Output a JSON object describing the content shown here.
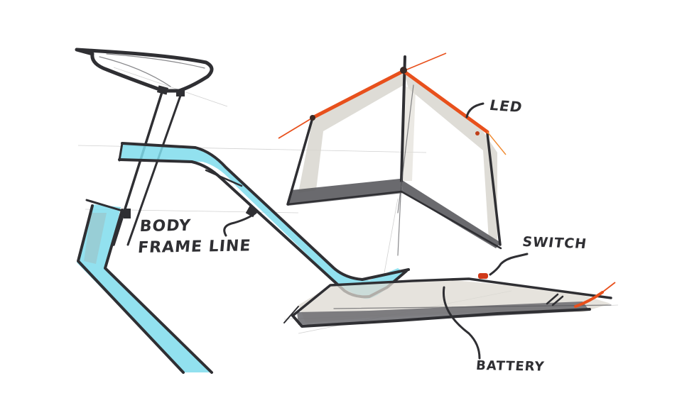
{
  "sketch": {
    "subject": "product concept sketch — frame with seat, lamp head, battery deck",
    "colors": {
      "background": "#ffffff",
      "ink": "#2f2f33",
      "frame_fill": "#7fdcec",
      "led_accent": "#e8501c",
      "shadow_grey": "#c9c6bf",
      "dark_grey": "#5a5a5e"
    },
    "annotations": {
      "body_frame_line": {
        "line1": "BODY",
        "line2": "FRAME LINE"
      },
      "led": "LED",
      "switch": "SWITCH",
      "battery": "BATTERY"
    }
  }
}
